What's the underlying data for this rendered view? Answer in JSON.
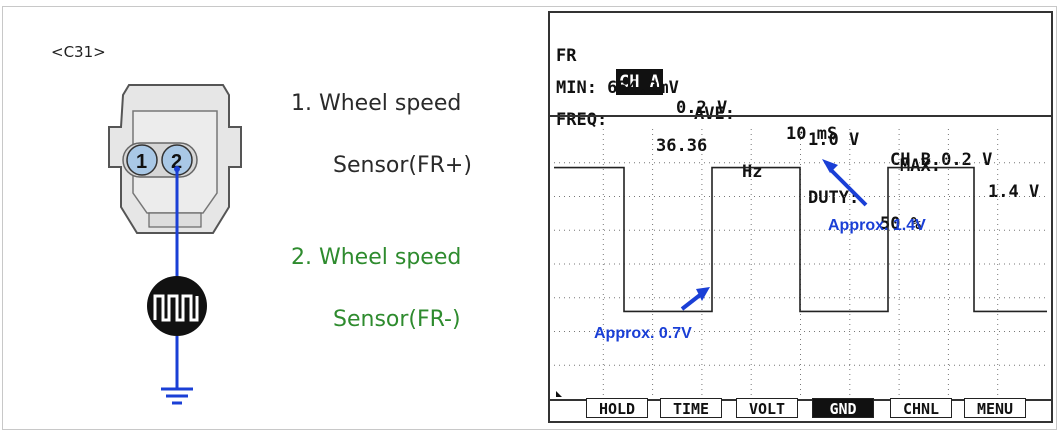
{
  "connector": {
    "name": "<C31>",
    "pins": [
      "1",
      "2"
    ]
  },
  "pin_descriptions": [
    {
      "line1": "1. Wheel speed",
      "line2": "Sensor(FR+)",
      "color": "#2a2a2a"
    },
    {
      "line1": "2. Wheel speed",
      "line2": "Sensor(FR-)",
      "color": "#2e8b2e"
    }
  ],
  "scope": {
    "row1": {
      "label": "FR",
      "channel_a": "CH A",
      "ch_a_scale": "0.2 V",
      "time_scale": "10 mS",
      "channel_b": "CH B 0.2 V"
    },
    "row2": {
      "min": "MIN: 654.2mV",
      "ave": "AVE:",
      "ave_val": "1.0 V",
      "max": "MAX:",
      "max_val": "1.4 V"
    },
    "row3": {
      "freq": "FREQ:",
      "freq_val": "36.36",
      "freq_unit": "Hz",
      "duty": "DUTY:",
      "duty_val": "50 %"
    },
    "annotations": {
      "high": "Approx. 1.4V",
      "low": "Approx. 0.7V"
    },
    "buttons": [
      {
        "label": "HOLD",
        "active": false
      },
      {
        "label": "TIME",
        "active": false
      },
      {
        "label": "VOLT",
        "active": false
      },
      {
        "label": "GND",
        "active": true
      },
      {
        "label": "CHNL",
        "active": false
      },
      {
        "label": "MENU",
        "active": false
      }
    ]
  },
  "colors": {
    "wire": "#1a3fd6",
    "pin_fill": "#a9c8e6",
    "annotation": "#1a3fd6",
    "pin2_text": "#2e8b2e"
  }
}
